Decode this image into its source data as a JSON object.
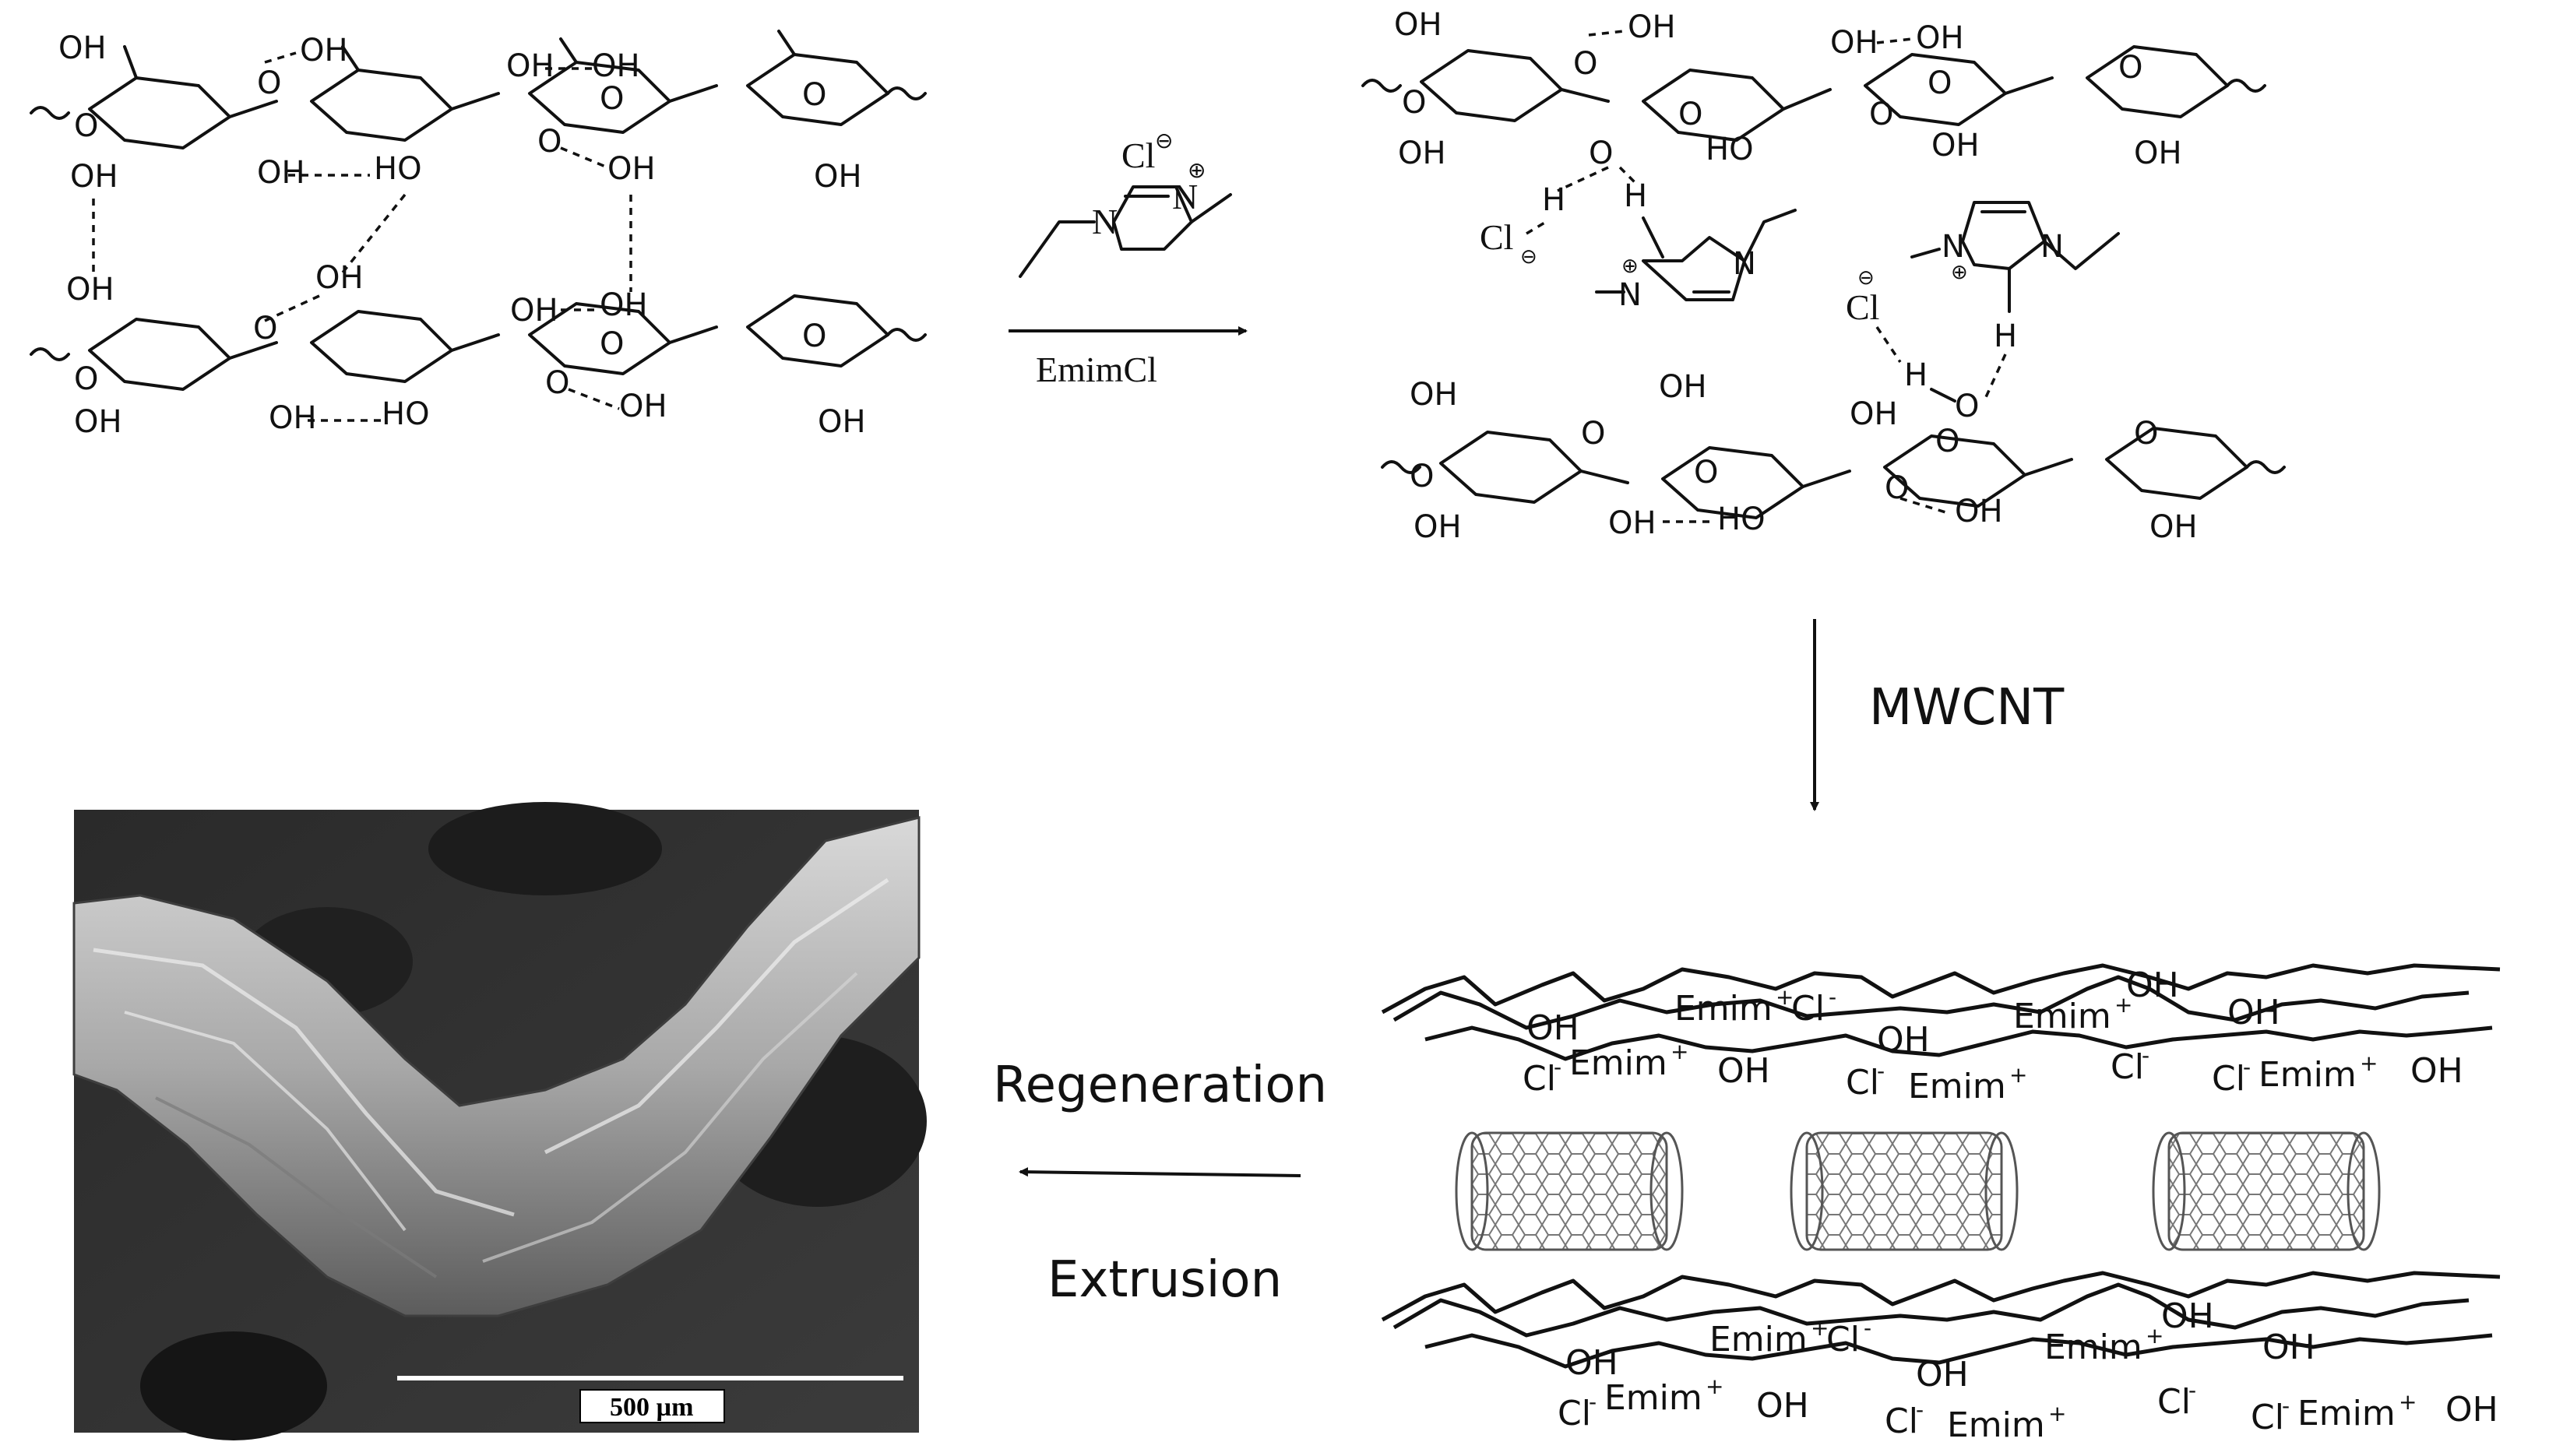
{
  "step1": {
    "reagent_cation_charge": "⊕",
    "reagent_anion": "Cl",
    "reagent_anion_charge": "⊖",
    "reagent_N": "N",
    "reagent_label": "EmimCl"
  },
  "cellulose": {
    "oh": "OH",
    "ho": "HO",
    "o": "O",
    "h": "H",
    "ring_o": "O"
  },
  "dissolved": {
    "cl": "Cl",
    "cl_charge": "⊖",
    "n": "N",
    "n_charge": "⊕"
  },
  "step2": {
    "label": "MWCNT"
  },
  "composite": {
    "emim": "Emim",
    "emim_sup": "+",
    "cl": "Cl",
    "cl_sup": "-",
    "oh": "OH"
  },
  "step3": {
    "label_top": "Regeneration",
    "label_bottom": "Extrusion"
  },
  "sem": {
    "scale_label": "500 µm"
  }
}
